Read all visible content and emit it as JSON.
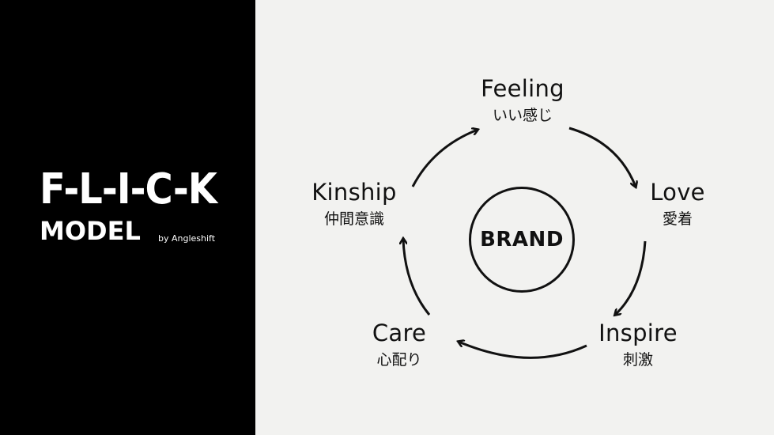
{
  "title": {
    "main": "F-L-I-C-K",
    "sub": "MODEL",
    "byline": "by Angleshift"
  },
  "center": {
    "label": "BRAND"
  },
  "nodes": [
    {
      "id": "feeling",
      "en": "Feeling",
      "ja": "いい感じ"
    },
    {
      "id": "love",
      "en": "Love",
      "ja": "愛着"
    },
    {
      "id": "inspire",
      "en": "Inspire",
      "ja": "刺激"
    },
    {
      "id": "care",
      "en": "Care",
      "ja": "心配り"
    },
    {
      "id": "kinship",
      "en": "Kinship",
      "ja": "仲間意識"
    }
  ],
  "colors": {
    "left_panel": "#000000",
    "title_text": "#ffffff",
    "background": "#f2f2f0",
    "ink": "#111111"
  }
}
